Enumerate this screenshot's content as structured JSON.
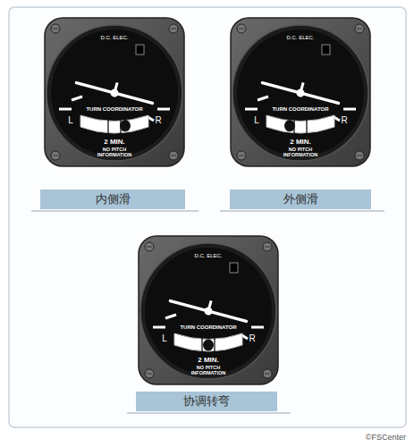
{
  "diagram": {
    "nodes": [
      {
        "text": [
          "D.C. ELEC.",
          "TURN COORDINATOR",
          "L",
          "R",
          "2 MIN.",
          "NO PITCH INFORMATION"
        ]
      },
      {
        "text": [
          "D.C. ELEC.",
          "TURN COORDINATOR",
          "L",
          "R",
          "2 MIN.",
          "NO PITCH INFORMATION"
        ]
      },
      {
        "text": [
          "内侧滑"
        ]
      },
      {
        "text": [
          "外侧滑"
        ]
      },
      {
        "text": [
          "D.C. ELEC.",
          "TURN COORDINATOR",
          "L",
          "R",
          "2 MIN.",
          "NO PITCH INFORMATION"
        ]
      },
      {
        "text": [
          "协调转弯"
        ]
      }
    ],
    "labels": [
      "©FSCenter"
    ]
  }
}
